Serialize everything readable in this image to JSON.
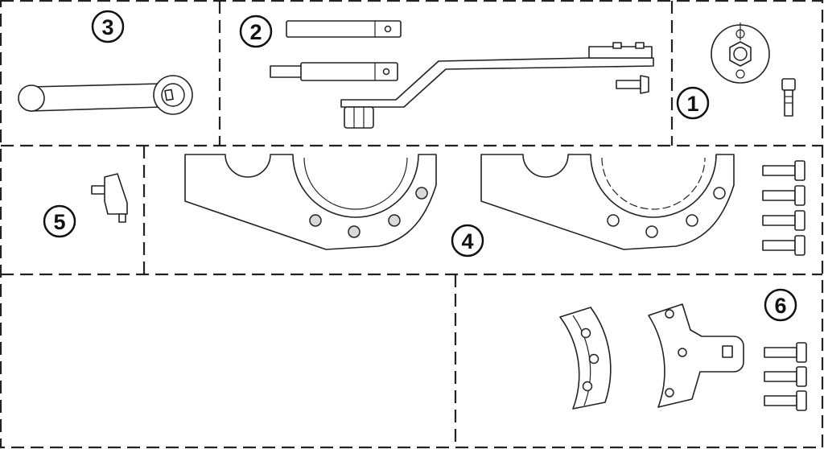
{
  "badges": {
    "kit_1": "1",
    "kit_2": "2",
    "kit_3": "3",
    "kit_4": "4",
    "kit_5": "5",
    "kit_6": "6"
  }
}
